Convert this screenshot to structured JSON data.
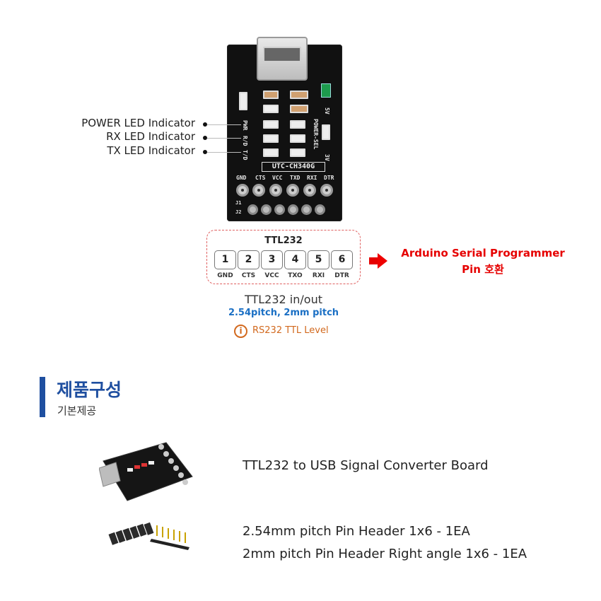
{
  "diagram": {
    "board": {
      "chip_label": "UTC-CH340G",
      "silk": {
        "header_labels": [
          "GND",
          "CTS",
          "VCC",
          "TXD",
          "RXI",
          "DTR"
        ],
        "j1": "J1",
        "j2": "J2",
        "pwr": "PWR",
        "rxd": "R/D",
        "txd": "T/D",
        "v5": "5V",
        "v3": "3V",
        "power_sel": "POWER-SEL"
      }
    },
    "callouts": [
      "POWER LED Indicator",
      "RX LED Indicator",
      "TX LED Indicator"
    ],
    "ttl": {
      "title": "TTL232",
      "pins": [
        {
          "num": "1",
          "label": "GND"
        },
        {
          "num": "2",
          "label": "CTS"
        },
        {
          "num": "3",
          "label": "VCC"
        },
        {
          "num": "4",
          "label": "TXO"
        },
        {
          "num": "5",
          "label": "RXI"
        },
        {
          "num": "6",
          "label": "DTR"
        }
      ],
      "compat_line1": "Arduino Serial Programmer",
      "compat_line2": "Pin 호환",
      "inout": "TTL232 in/out",
      "pitch": "2.54pitch, 2mm pitch",
      "info_icon": "i",
      "level": "RS232 TTL Level"
    }
  },
  "product": {
    "title": "제품구성",
    "subtitle": "기본제공",
    "items": [
      {
        "text": "TTL232 to USB Signal Converter Board"
      },
      {
        "lines": [
          "2.54mm pitch Pin Header 1x6 - 1EA",
          "2mm pitch Pin Header Right angle 1x6 - 1EA"
        ]
      }
    ]
  },
  "colors": {
    "accent_red": "#e60000",
    "pitch_blue": "#1a6fc4",
    "level_orange": "#d2691e",
    "section_bar": "#1f4fa0"
  }
}
